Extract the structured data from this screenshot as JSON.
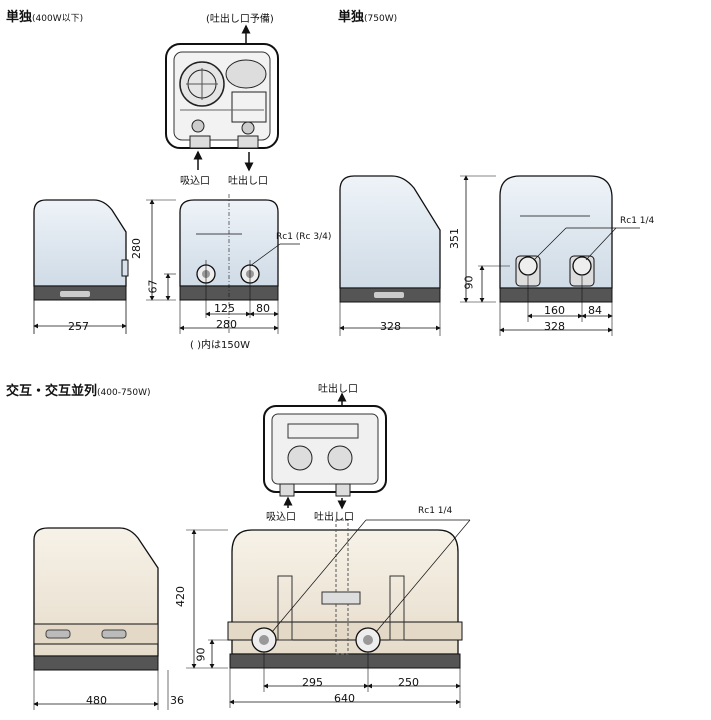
{
  "sections": {
    "single_small": {
      "title": "単独",
      "subtitle": "(400W以下)"
    },
    "single_750": {
      "title": "単独",
      "subtitle": "(750W)"
    },
    "alternate": {
      "title": "交互・交互並列",
      "subtitle": "(400-750W)"
    }
  },
  "ports": {
    "discharge_reserve": "(吐出し口予備)",
    "suction": "吸込口",
    "discharge": "吐出し口",
    "discharge_top": "吐出し口"
  },
  "threads": {
    "small": "Rc1 (Rc 3/4)",
    "large_750": "Rc1 1/4",
    "alternate": "Rc1 1/4"
  },
  "dimensions": {
    "small": {
      "side_width": "257",
      "height": "280",
      "pipe_height": "67",
      "pitch": "125",
      "offset": "80",
      "width": "280",
      "note": "(   )内は150W"
    },
    "large_750": {
      "side_width": "328",
      "height": "351",
      "pipe_height": "90",
      "pitch": "160",
      "offset": "84",
      "width": "328"
    },
    "alternate": {
      "side_width": "480",
      "base_extra": "36",
      "height": "420",
      "pipe_height": "90",
      "pitch": "295",
      "offset": "250",
      "width": "640"
    }
  }
}
